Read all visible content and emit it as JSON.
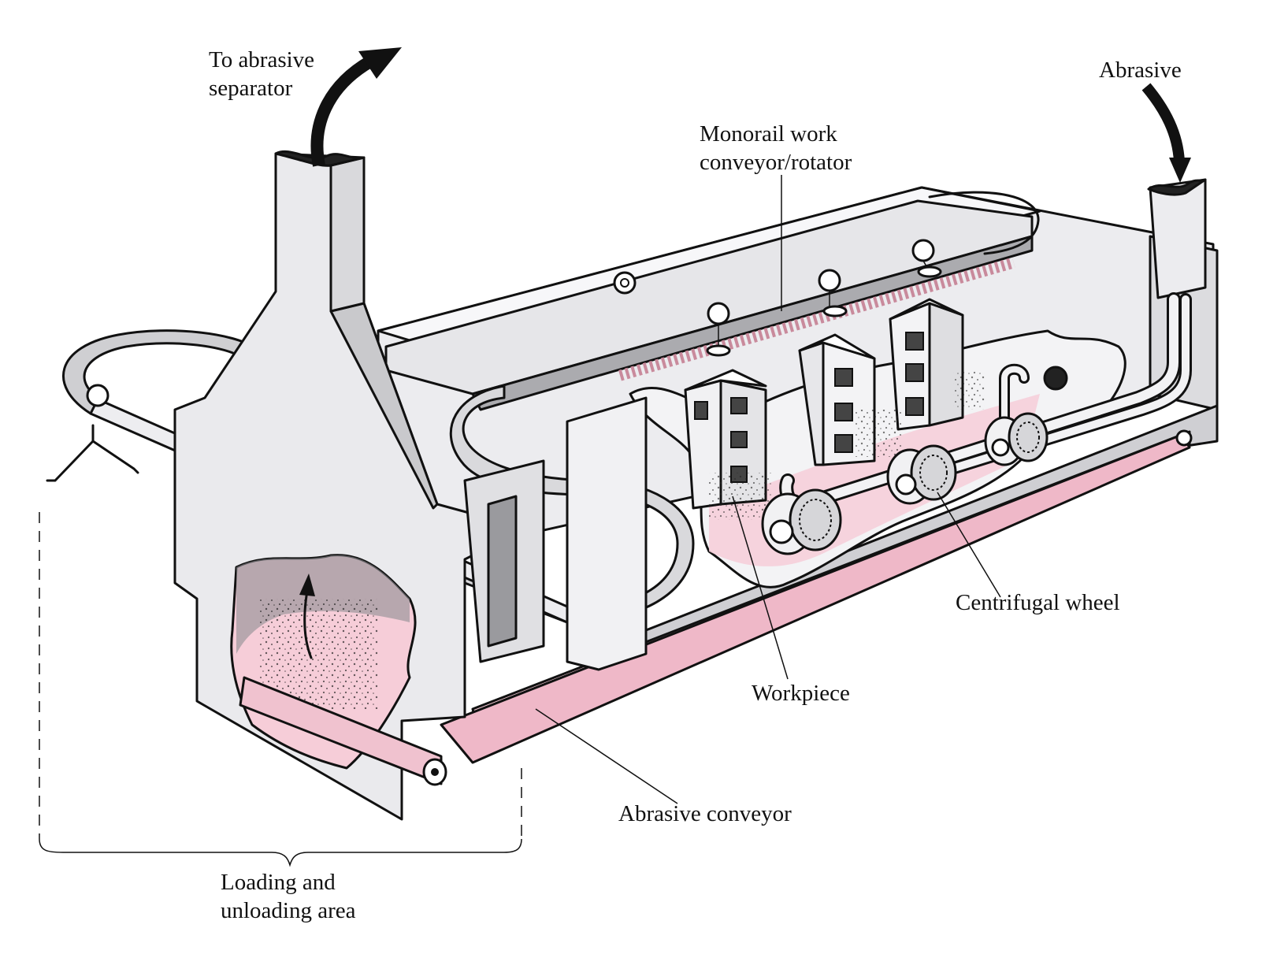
{
  "labels": {
    "to_abrasive_separator": [
      "To abrasive",
      "separator"
    ],
    "abrasive": "Abrasive",
    "monorail": [
      "Monorail work",
      "conveyor/rotator"
    ],
    "centrifugal_wheel": "Centrifugal wheel",
    "workpiece": "Workpiece",
    "abrasive_conveyor": "Abrasive conveyor",
    "loading_area": [
      "Loading and",
      "unloading area"
    ]
  },
  "colors": {
    "ink": "#111111",
    "light_gray": "#e8e8ea",
    "mid_gray": "#c9c9cc",
    "dark_gray": "#8e8e92",
    "pink": "#f6cdd8",
    "pink_dark": "#e7a9bb",
    "paper": "#ffffff"
  }
}
